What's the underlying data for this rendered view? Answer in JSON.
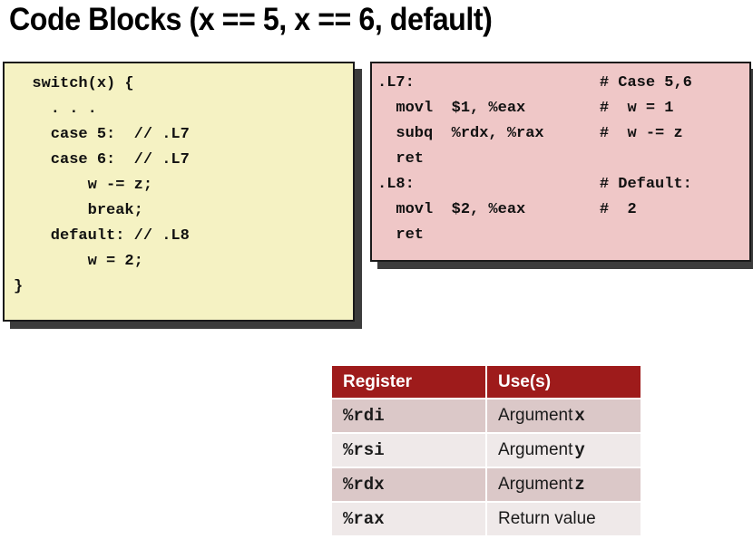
{
  "title": "Code Blocks (x == 5, x == 6, default)",
  "c_code": {
    "lines": [
      "  switch(x) {",
      "    . . .",
      "    case 5:  // .L7",
      "    case 6:  // .L7",
      "        w -= z;",
      "        break;",
      "    default: // .L8",
      "        w = 2;",
      "}"
    ]
  },
  "asm_code": {
    "lines": [
      ".L7:                    # Case 5,6",
      "  movl  $1, %eax        #  w = 1",
      "  subq  %rdx, %rax      #  w -= z",
      "  ret",
      ".L8:                    # Default:",
      "  movl  $2, %eax        #  2",
      "  ret"
    ]
  },
  "register_table": {
    "headers": [
      "Register",
      "Use(s)"
    ],
    "rows": [
      {
        "register": "%rdi",
        "use": "Argument",
        "use_var": "x"
      },
      {
        "register": "%rsi",
        "use": "Argument",
        "use_var": "y"
      },
      {
        "register": "%rdx",
        "use": "Argument",
        "use_var": "z"
      },
      {
        "register": "%rax",
        "use": "Return value",
        "use_var": ""
      }
    ]
  },
  "colors": {
    "c_block_bg": "#F5F2C3",
    "asm_block_bg": "#EFC7C7",
    "block_border": "#1A1A1A",
    "block_shadow": "#3C3C3C",
    "table_header_bg": "#9E1B1B",
    "table_header_text": "#FFFFFF",
    "table_row_band_bg": "#DBC8C8",
    "table_row_plain_bg": "#EFE9E9"
  }
}
